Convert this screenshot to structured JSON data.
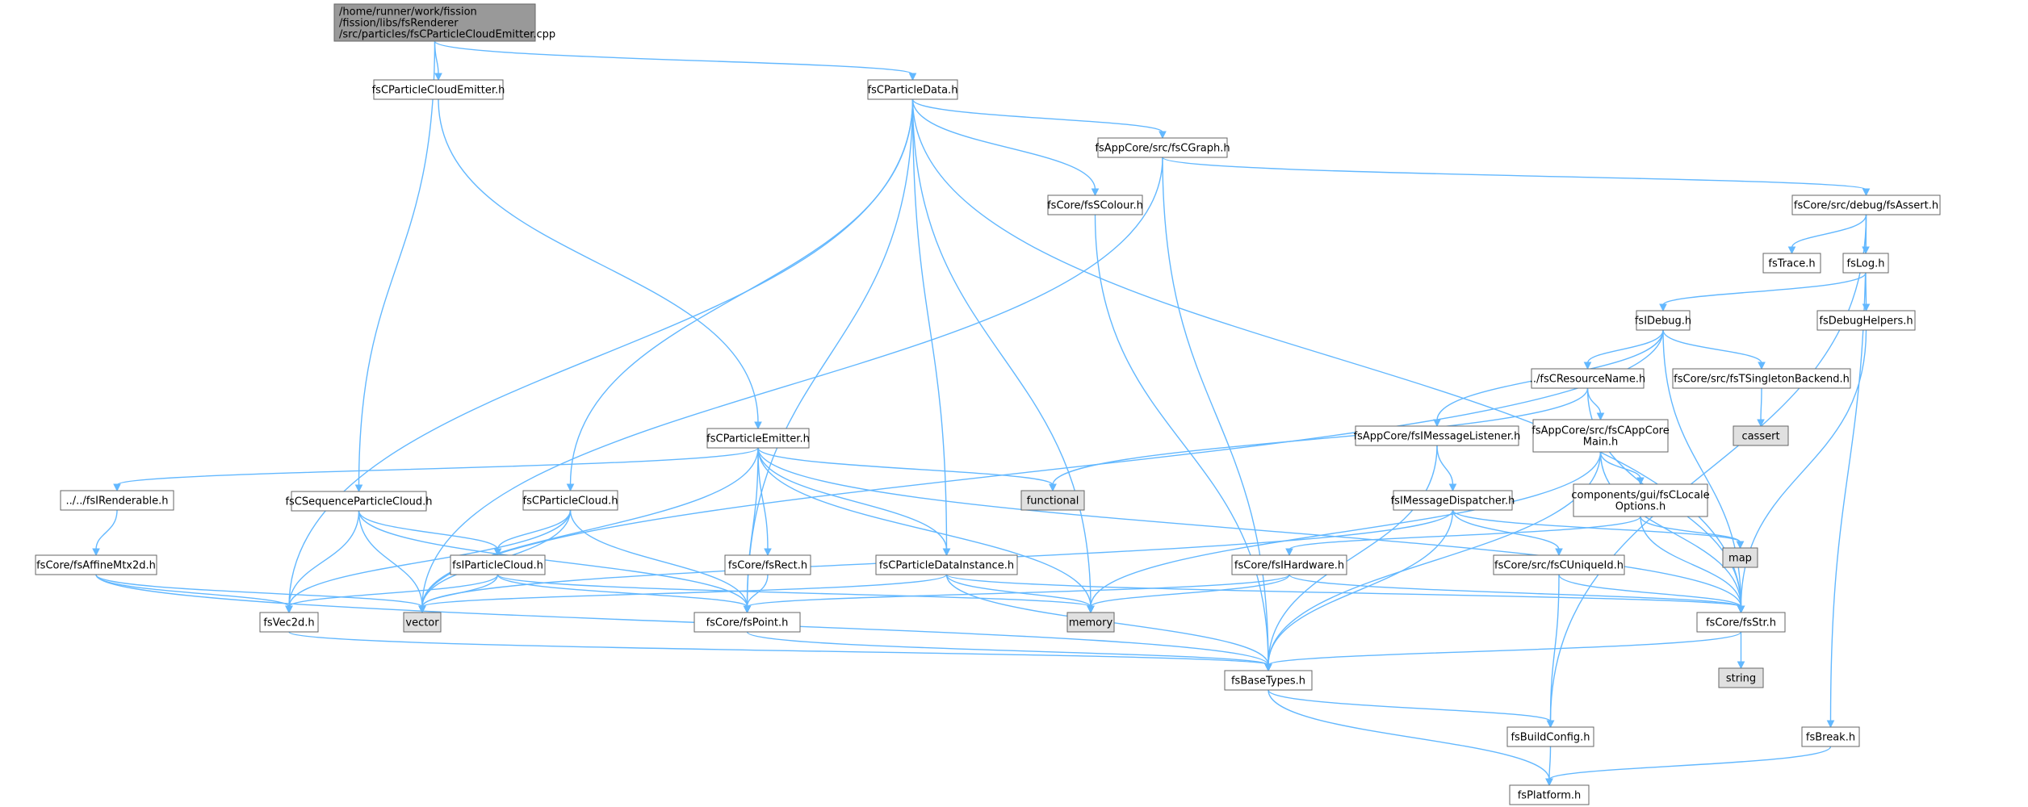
{
  "colors": {
    "edge": "#63b8ff",
    "node_fill": "#ffffff",
    "external_fill": "#e0e0e0",
    "root_fill": "#999999",
    "border": "#666666"
  },
  "nodes": [
    {
      "id": "root",
      "lines": [
        "/home/runner/work/fission",
        "/fission/libs/fsRenderer",
        "/src/particles/fsCParticleCloudEmitter.cpp"
      ],
      "kind": "root"
    },
    {
      "id": "cloudEmitterH",
      "lines": [
        "fsCParticleCloudEmitter.h"
      ],
      "kind": "file"
    },
    {
      "id": "particleData",
      "lines": [
        "fsCParticleData.h"
      ],
      "kind": "file"
    },
    {
      "id": "seqCloud",
      "lines": [
        "fsCSequenceParticleCloud.h"
      ],
      "kind": "file"
    },
    {
      "id": "emitter",
      "lines": [
        "fsCParticleEmitter.h"
      ],
      "kind": "file"
    },
    {
      "id": "cgraph",
      "lines": [
        "fsAppCore/src/fsCGraph.h"
      ],
      "kind": "file"
    },
    {
      "id": "colour",
      "lines": [
        "fsCore/fsSColour.h"
      ],
      "kind": "file"
    },
    {
      "id": "assert",
      "lines": [
        "fsCore/src/debug/fsAssert.h"
      ],
      "kind": "file"
    },
    {
      "id": "trace",
      "lines": [
        "fsTrace.h"
      ],
      "kind": "file"
    },
    {
      "id": "log",
      "lines": [
        "fsLog.h"
      ],
      "kind": "file"
    },
    {
      "id": "debugHelpers",
      "lines": [
        "fsDebugHelpers.h"
      ],
      "kind": "file"
    },
    {
      "id": "idebug",
      "lines": [
        "fsIDebug.h"
      ],
      "kind": "file"
    },
    {
      "id": "resName",
      "lines": [
        "../fsCResourceName.h"
      ],
      "kind": "file"
    },
    {
      "id": "singleton",
      "lines": [
        "fsCore/src/fsTSingletonBackend.h"
      ],
      "kind": "file"
    },
    {
      "id": "cassert",
      "lines": [
        "cassert"
      ],
      "kind": "ext"
    },
    {
      "id": "msgListener",
      "lines": [
        "fsAppCore/fsIMessageListener.h"
      ],
      "kind": "file"
    },
    {
      "id": "appCoreMain",
      "lines": [
        "fsAppCore/src/fsCAppCore",
        "Main.h"
      ],
      "kind": "file"
    },
    {
      "id": "functional",
      "lines": [
        "functional"
      ],
      "kind": "ext"
    },
    {
      "id": "irenderable",
      "lines": [
        "../../fsIRenderable.h"
      ],
      "kind": "file"
    },
    {
      "id": "particleCloud",
      "lines": [
        "fsCParticleCloud.h"
      ],
      "kind": "file"
    },
    {
      "id": "msgDispatcher",
      "lines": [
        "fsIMessageDispatcher.h"
      ],
      "kind": "file"
    },
    {
      "id": "locale",
      "lines": [
        "components/gui/fsCLocale",
        "Options.h"
      ],
      "kind": "file"
    },
    {
      "id": "map",
      "lines": [
        "map"
      ],
      "kind": "ext"
    },
    {
      "id": "affine",
      "lines": [
        "fsCore/fsAffineMtx2d.h"
      ],
      "kind": "file"
    },
    {
      "id": "iparticleCloud",
      "lines": [
        "fsIParticleCloud.h"
      ],
      "kind": "file"
    },
    {
      "id": "rect",
      "lines": [
        "fsCore/fsRect.h"
      ],
      "kind": "file"
    },
    {
      "id": "dataInstance",
      "lines": [
        "fsCParticleDataInstance.h"
      ],
      "kind": "file"
    },
    {
      "id": "ihardware",
      "lines": [
        "fsCore/fsIHardware.h"
      ],
      "kind": "file"
    },
    {
      "id": "uniqueId",
      "lines": [
        "fsCore/src/fsCUniqueId.h"
      ],
      "kind": "file"
    },
    {
      "id": "vec2d",
      "lines": [
        "fsVec2d.h"
      ],
      "kind": "file"
    },
    {
      "id": "vector",
      "lines": [
        "vector"
      ],
      "kind": "ext"
    },
    {
      "id": "point",
      "lines": [
        "fsCore/fsPoint.h"
      ],
      "kind": "file"
    },
    {
      "id": "memory",
      "lines": [
        "memory"
      ],
      "kind": "ext"
    },
    {
      "id": "str",
      "lines": [
        "fsCore/fsStr.h"
      ],
      "kind": "file"
    },
    {
      "id": "string",
      "lines": [
        "string"
      ],
      "kind": "ext"
    },
    {
      "id": "baseTypes",
      "lines": [
        "fsBaseTypes.h"
      ],
      "kind": "file"
    },
    {
      "id": "buildConfig",
      "lines": [
        "fsBuildConfig.h"
      ],
      "kind": "file"
    },
    {
      "id": "break",
      "lines": [
        "fsBreak.h"
      ],
      "kind": "file"
    },
    {
      "id": "platform",
      "lines": [
        "fsPlatform.h"
      ],
      "kind": "file"
    }
  ],
  "edges": [
    [
      "root",
      "cloudEmitterH"
    ],
    [
      "root",
      "particleData"
    ],
    [
      "root",
      "seqCloud"
    ],
    [
      "cloudEmitterH",
      "emitter"
    ],
    [
      "particleData",
      "vec2d"
    ],
    [
      "particleData",
      "particleCloud"
    ],
    [
      "particleData",
      "point"
    ],
    [
      "particleData",
      "memory"
    ],
    [
      "particleData",
      "dataInstance"
    ],
    [
      "particleData",
      "colour"
    ],
    [
      "particleData",
      "cgraph"
    ],
    [
      "particleData",
      "str"
    ],
    [
      "cgraph",
      "assert"
    ],
    [
      "cgraph",
      "vector"
    ],
    [
      "cgraph",
      "baseTypes"
    ],
    [
      "colour",
      "baseTypes"
    ],
    [
      "assert",
      "trace"
    ],
    [
      "assert",
      "log"
    ],
    [
      "assert",
      "buildConfig"
    ],
    [
      "assert",
      "break"
    ],
    [
      "log",
      "idebug"
    ],
    [
      "log",
      "debugHelpers"
    ],
    [
      "debugHelpers",
      "str"
    ],
    [
      "idebug",
      "resName"
    ],
    [
      "idebug",
      "singleton"
    ],
    [
      "idebug",
      "msgListener"
    ],
    [
      "idebug",
      "str"
    ],
    [
      "idebug",
      "vector"
    ],
    [
      "singleton",
      "cassert"
    ],
    [
      "resName",
      "functional"
    ],
    [
      "resName",
      "appCoreMain"
    ],
    [
      "resName",
      "str"
    ],
    [
      "msgListener",
      "msgDispatcher"
    ],
    [
      "msgListener",
      "baseTypes"
    ],
    [
      "appCoreMain",
      "locale"
    ],
    [
      "appCoreMain",
      "memory"
    ],
    [
      "appCoreMain",
      "str"
    ],
    [
      "appCoreMain",
      "baseTypes"
    ],
    [
      "msgDispatcher",
      "map"
    ],
    [
      "msgDispatcher",
      "uniqueId"
    ],
    [
      "msgDispatcher",
      "vector"
    ],
    [
      "msgDispatcher",
      "baseTypes"
    ],
    [
      "locale",
      "map"
    ],
    [
      "locale",
      "ihardware"
    ],
    [
      "locale",
      "str"
    ],
    [
      "ihardware",
      "memory"
    ],
    [
      "ihardware",
      "point"
    ],
    [
      "ihardware",
      "str"
    ],
    [
      "uniqueId",
      "buildConfig"
    ],
    [
      "uniqueId",
      "str"
    ],
    [
      "emitter",
      "irenderable"
    ],
    [
      "emitter",
      "functional"
    ],
    [
      "emitter",
      "rect"
    ],
    [
      "emitter",
      "dataInstance"
    ],
    [
      "emitter",
      "point"
    ],
    [
      "emitter",
      "memory"
    ],
    [
      "emitter",
      "vector"
    ],
    [
      "emitter",
      "str"
    ],
    [
      "irenderable",
      "affine"
    ],
    [
      "affine",
      "vec2d"
    ],
    [
      "affine",
      "vector"
    ],
    [
      "affine",
      "baseTypes"
    ],
    [
      "seqCloud",
      "iparticleCloud"
    ],
    [
      "seqCloud",
      "vec2d"
    ],
    [
      "seqCloud",
      "vector"
    ],
    [
      "seqCloud",
      "point"
    ],
    [
      "particleCloud",
      "iparticleCloud"
    ],
    [
      "particleCloud",
      "vec2d"
    ],
    [
      "particleCloud",
      "vector"
    ],
    [
      "particleCloud",
      "point"
    ],
    [
      "iparticleCloud",
      "vec2d"
    ],
    [
      "iparticleCloud",
      "vector"
    ],
    [
      "iparticleCloud",
      "point"
    ],
    [
      "iparticleCloud",
      "memory"
    ],
    [
      "rect",
      "point"
    ],
    [
      "dataInstance",
      "vector"
    ],
    [
      "dataInstance",
      "memory"
    ],
    [
      "dataInstance",
      "baseTypes"
    ],
    [
      "dataInstance",
      "str"
    ],
    [
      "vec2d",
      "baseTypes"
    ],
    [
      "point",
      "baseTypes"
    ],
    [
      "str",
      "string"
    ],
    [
      "str",
      "baseTypes"
    ],
    [
      "baseTypes",
      "buildConfig"
    ],
    [
      "baseTypes",
      "platform"
    ],
    [
      "buildConfig",
      "platform"
    ],
    [
      "break",
      "platform"
    ]
  ]
}
